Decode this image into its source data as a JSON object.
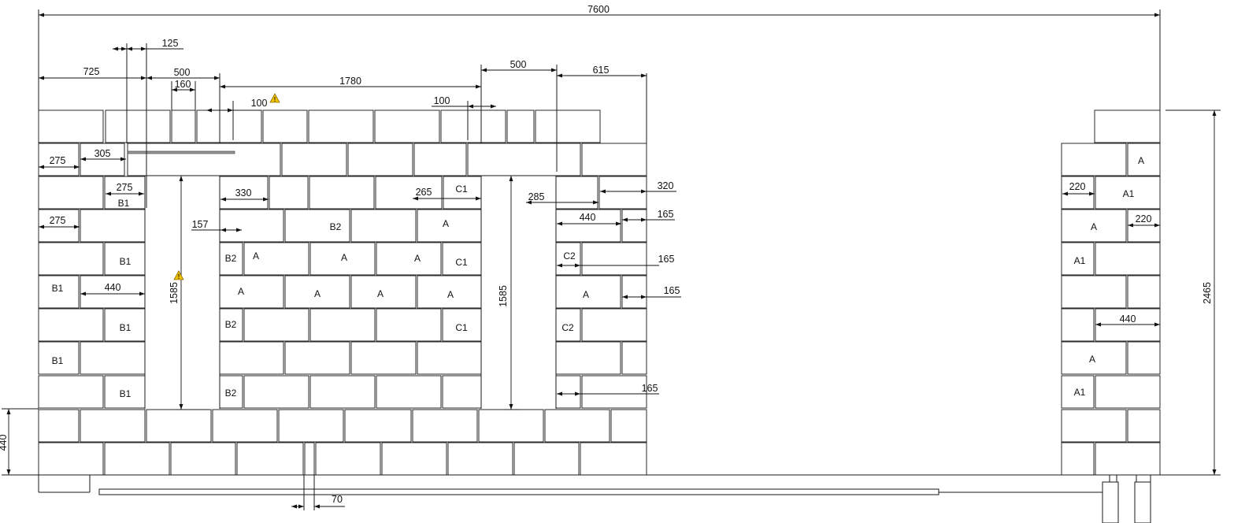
{
  "drawing": {
    "overall_width": "7600",
    "overall_height": "2465",
    "plinth_height": "440",
    "plinth_gap": "70",
    "top_dims": {
      "d725": "725",
      "d500a": "500",
      "d125": "125",
      "d160": "160",
      "d1780": "1780",
      "d100a": "100",
      "d100b": "100",
      "d500b": "500",
      "d615": "615"
    },
    "opening_heights": {
      "left": "1585",
      "right": "1585"
    },
    "inner_dims": {
      "d275a": "275",
      "d305": "305",
      "d275b": "275",
      "d275c": "275",
      "d440a": "440",
      "d330": "330",
      "d157": "157",
      "d265": "265",
      "d285": "285",
      "d320": "320",
      "d440b": "440",
      "d165a": "165",
      "d165b": "165",
      "d165c": "165",
      "d165d": "165",
      "d220a": "220",
      "d220b": "220",
      "d440c": "440"
    },
    "block_types": [
      "A",
      "A1",
      "B1",
      "B2",
      "C1",
      "C2"
    ],
    "warning_icon_color": "#f2c200"
  }
}
